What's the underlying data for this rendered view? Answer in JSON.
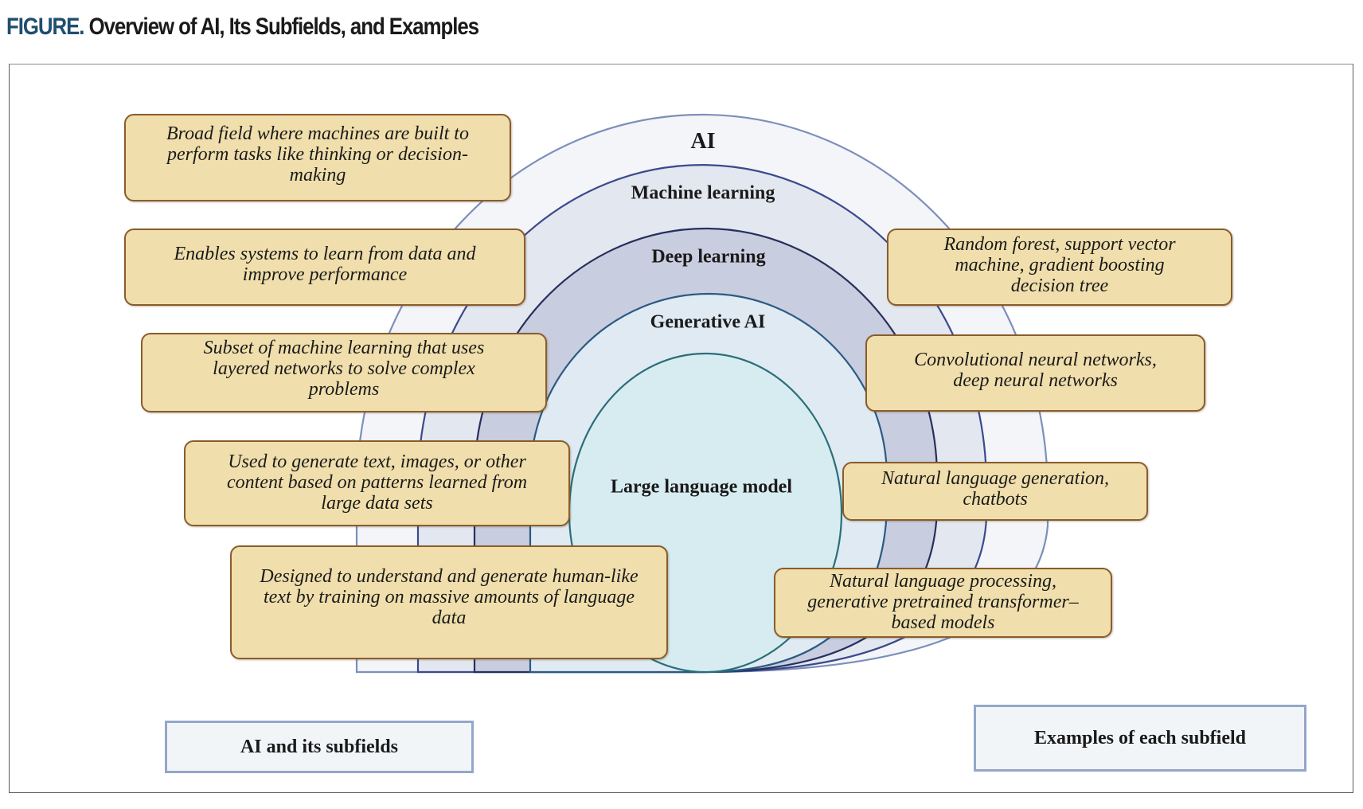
{
  "figure": {
    "label": "FIGURE.",
    "title": "Overview of AI, Its Subfields, and Examples"
  },
  "rings": [
    {
      "id": "ai",
      "label": "AI",
      "fill": "#f3f5f9",
      "stroke": "#7d8fba"
    },
    {
      "id": "machine-learning",
      "label": "Machine learning",
      "fill": "#e3e7f0",
      "stroke": "#3b4a8c"
    },
    {
      "id": "deep-learning",
      "label": "Deep learning",
      "fill": "#c9cde0",
      "stroke": "#26305c"
    },
    {
      "id": "generative-ai",
      "label": "Generative AI",
      "fill": "#dfeaf3",
      "stroke": "#2b5a82"
    },
    {
      "id": "large-language-model",
      "label": "Large language model",
      "fill": "#d7ecf1",
      "stroke": "#2b6e78"
    }
  ],
  "definitions": [
    {
      "subfield": "AI",
      "text": "Broad field where machines are built to perform tasks like thinking or decision-making"
    },
    {
      "subfield": "Machine learning",
      "text": "Enables systems to learn from data and improve performance"
    },
    {
      "subfield": "Deep learning",
      "text": "Subset of machine learning that uses layered networks to solve complex problems"
    },
    {
      "subfield": "Generative AI",
      "text": "Used to generate text, images, or other content based on patterns learned from large data sets"
    },
    {
      "subfield": "Large language model",
      "text": "Designed to understand and generate human-like text by training on massive amounts of language data"
    }
  ],
  "examples": [
    {
      "subfield": "Machine learning",
      "text": "Random forest, support vector machine, gradient boosting decision tree"
    },
    {
      "subfield": "Deep learning",
      "text": "Convolutional neural networks, deep neural networks"
    },
    {
      "subfield": "Generative AI",
      "text": "Natural language generation, chatbots"
    },
    {
      "subfield": "Large language model",
      "text": "Natural language processing, generative pretrained transformer–based models"
    }
  ],
  "legend": {
    "left": "AI and its subfields",
    "right": "Examples of each subfield"
  },
  "colors": {
    "note_fill": "#f0dfac",
    "note_border": "#8a5c2c",
    "legend_fill": "#f2f5f8",
    "legend_border": "#94a6c9",
    "figure_label": "#1f4e6e"
  }
}
